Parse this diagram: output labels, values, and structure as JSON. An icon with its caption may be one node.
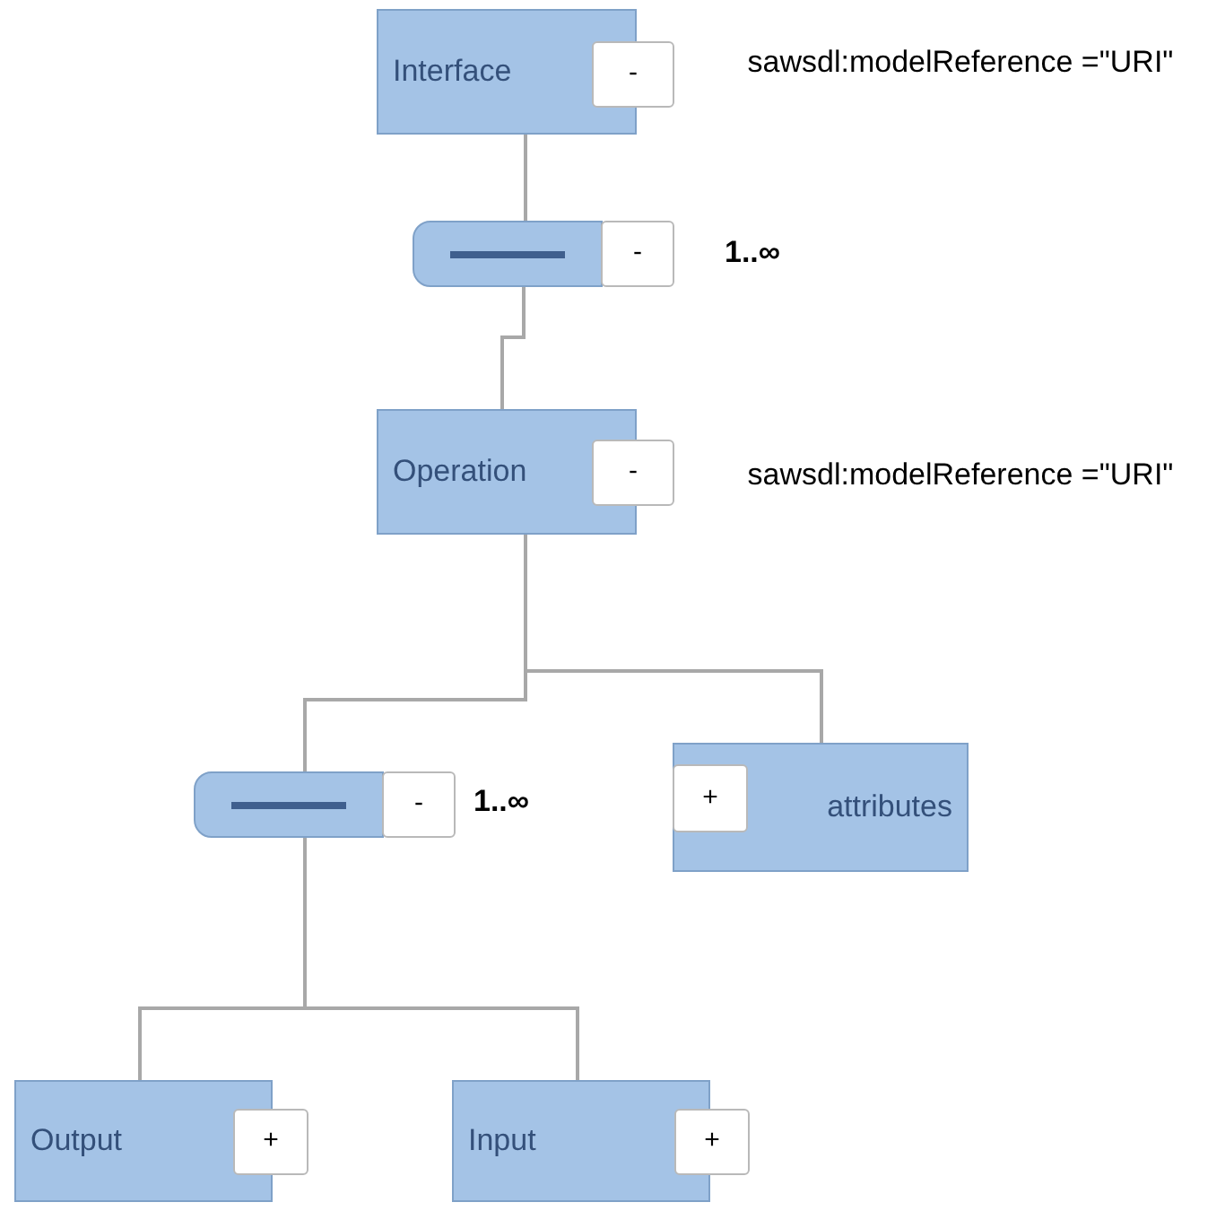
{
  "diagram": {
    "nodes": [
      {
        "text": [
          "Interface",
          "-"
        ],
        "beside": [
          "sawsdl:modelReference =\"URI\""
        ]
      },
      {
        "text": [
          "-"
        ],
        "beside": [
          "1..∞"
        ]
      },
      {
        "text": [
          "Operation",
          "-"
        ],
        "beside": [
          "sawsdl:modelReference =\"URI\""
        ]
      },
      {
        "text": [
          "-"
        ],
        "beside": [
          "1..∞"
        ]
      },
      {
        "text": [
          "+",
          "attributes"
        ]
      },
      {
        "text": [
          "Output",
          "+"
        ]
      },
      {
        "text": [
          "Input",
          "+"
        ]
      }
    ],
    "edges": [
      {
        "from": 0,
        "to": 1,
        "arrow": "none"
      },
      {
        "from": 1,
        "to": 2,
        "arrow": "none"
      },
      {
        "from": 2,
        "to": 3,
        "arrow": "none"
      },
      {
        "from": 2,
        "to": 4,
        "arrow": "none"
      },
      {
        "from": 3,
        "to": 5,
        "arrow": "none"
      },
      {
        "from": 3,
        "to": 6,
        "arrow": "none"
      }
    ]
  }
}
